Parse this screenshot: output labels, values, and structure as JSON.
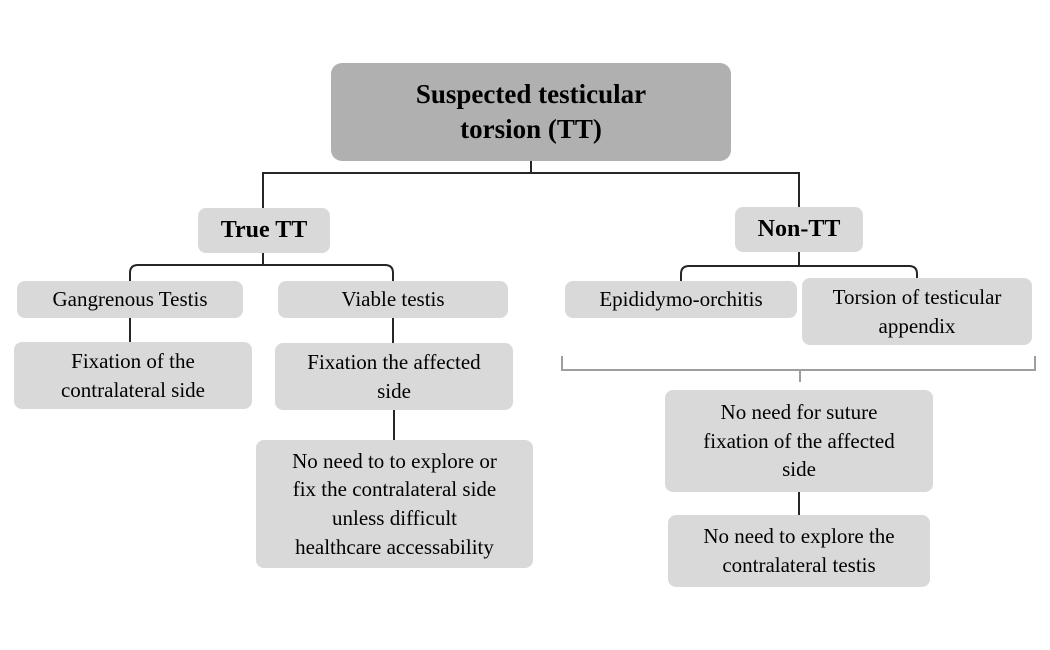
{
  "colors": {
    "background": "#ffffff",
    "root_fill": "#b0b0b0",
    "node_fill": "#d9d9d9",
    "connector": "#262626",
    "bracket": "#9e9e9e",
    "text": "#000000"
  },
  "diagram": {
    "root": {
      "label": "Suspected testicular\ntorsion (TT)"
    },
    "true_tt": {
      "label": "True TT",
      "gangrenous": {
        "label": "Gangrenous Testis",
        "action": "Fixation of the\ncontralateral side"
      },
      "viable": {
        "label": "Viable testis",
        "action": "Fixation the affected\nside",
        "note": "No need to to explore or\nfix the contralateral side\nunless difficult\nhealthcare accessability"
      }
    },
    "non_tt": {
      "label": "Non-TT",
      "epididymo": {
        "label": "Epididymo-orchitis"
      },
      "appendix": {
        "label": "Torsion of testicular\nappendix"
      },
      "shared_note_1": "No need for suture\nfixation of the affected\nside",
      "shared_note_2": "No need to explore the\ncontralateral testis"
    }
  }
}
